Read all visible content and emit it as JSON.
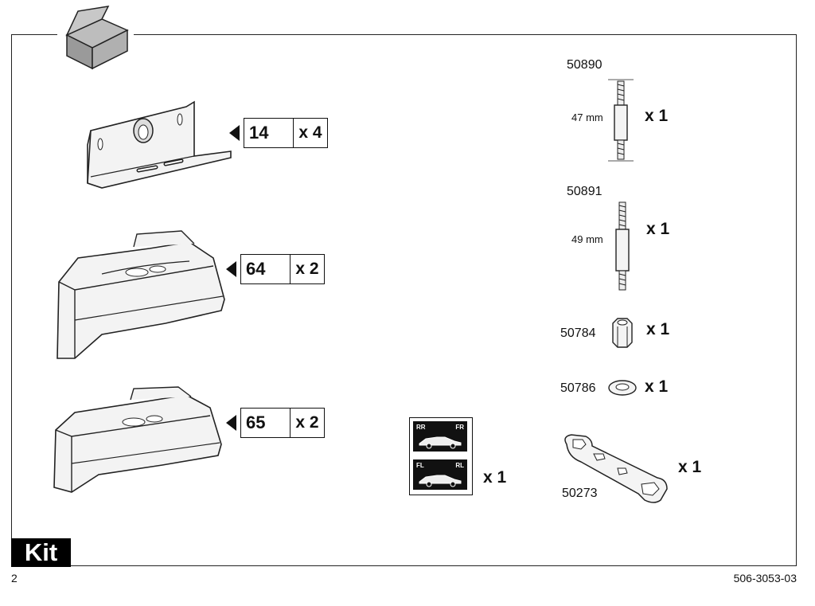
{
  "page": {
    "section_label": "Kit",
    "page_number": "2",
    "doc_code": "506-3053-03"
  },
  "callouts": [
    {
      "id": "14",
      "qty": "x 4"
    },
    {
      "id": "64",
      "qty": "x 2"
    },
    {
      "id": "65",
      "qty": "x 2"
    }
  ],
  "parts": {
    "p50890": {
      "number": "50890",
      "dimension": "47 mm",
      "qty": "x 1"
    },
    "p50891": {
      "number": "50891",
      "dimension": "49 mm",
      "qty": "x 1"
    },
    "p50784": {
      "number": "50784",
      "qty": "x 1"
    },
    "p50786": {
      "number": "50786",
      "qty": "x 1"
    },
    "p50273": {
      "number": "50273",
      "qty": "x 1"
    },
    "sticker": {
      "qty": "x 1",
      "labels": [
        "RR",
        "FR",
        "FL",
        "RL"
      ]
    }
  },
  "colors": {
    "ink": "#111111",
    "part_fill": "#f4f4f4"
  },
  "icons": [
    "open-box-icon",
    "mounting-bracket-icon",
    "foot-pad-icon",
    "bolt-icon",
    "nut-icon",
    "washer-icon",
    "wrench-icon",
    "position-sticker-icon"
  ]
}
